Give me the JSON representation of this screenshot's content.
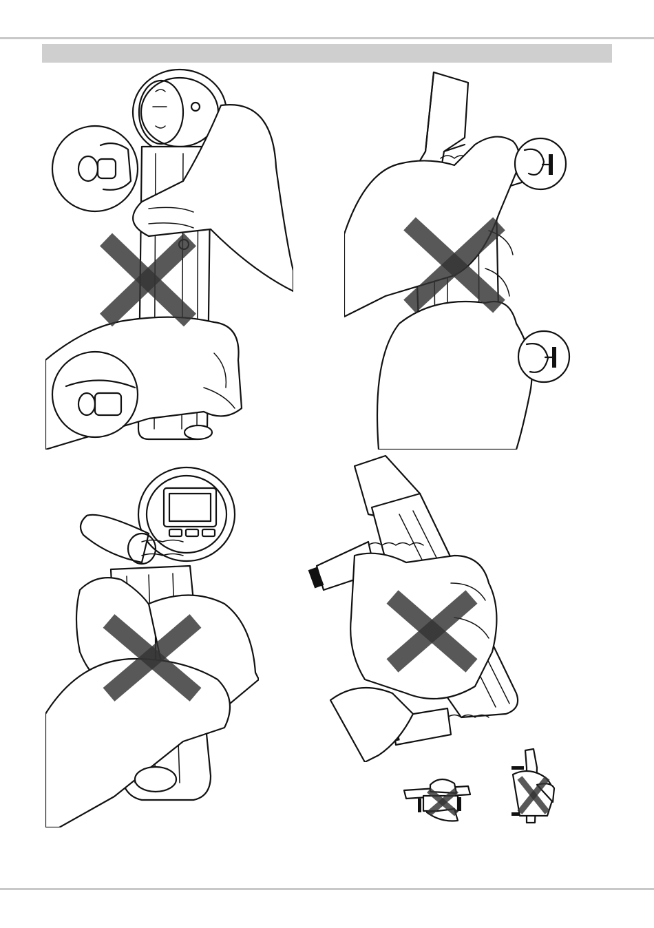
{
  "page": {
    "background": "#ffffff",
    "rule_color": "#c8c8c8",
    "header_bar_color": "#cfcfcf"
  },
  "figures": [
    {
      "id": "incorrect-grip-front-with-callouts",
      "marker": "x-mark-icon",
      "shows": "cross"
    },
    {
      "id": "incorrect-grip-side-with-callouts",
      "marker": "x-mark-icon",
      "shows": "cross"
    },
    {
      "id": "incorrect-grip-display-facing",
      "marker": "x-mark-icon",
      "shows": "cross"
    },
    {
      "id": "incorrect-grip-tilted",
      "marker": "x-mark-icon",
      "shows": "cross"
    }
  ],
  "thumbnails": [
    {
      "id": "thumbnail-horizontal-grip",
      "marker": "x-mark-icon"
    },
    {
      "id": "thumbnail-vertical-grip",
      "marker": "x-mark-icon"
    }
  ],
  "cross_color": "#333333"
}
